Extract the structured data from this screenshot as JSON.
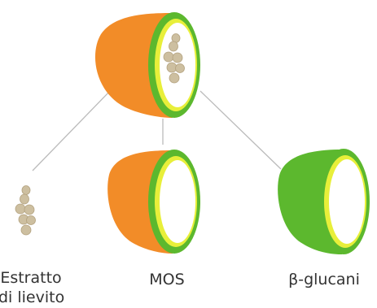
{
  "colors": {
    "orange": "#F28C28",
    "green": "#5CB82E",
    "yellow": "#E8EF3A",
    "beige": "#CDBFA0",
    "line": "#BBBBBB"
  },
  "nodes": {
    "root": {
      "layers": [
        "orange",
        "green",
        "yellow"
      ],
      "content": "yeast-cells"
    },
    "extract": {
      "label_line1": "Estratto",
      "label_line2": "di lievito",
      "content": "yeast-cells"
    },
    "mos": {
      "label": "MOS",
      "layers": [
        "orange",
        "green",
        "yellow"
      ]
    },
    "glucans": {
      "label": "β-glucani",
      "layers": [
        "green",
        "yellow"
      ]
    }
  }
}
